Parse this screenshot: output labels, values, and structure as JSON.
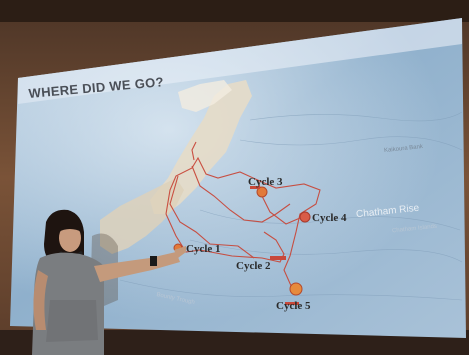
{
  "slide": {
    "title": "WHERE DID WE GO?",
    "accent_route_color": "#c8483a",
    "marker_color": "#e27a3a"
  },
  "labels": {
    "cycle1": "Cycle 1",
    "cycle2": "Cycle 2",
    "cycle3": "Cycle 3",
    "cycle4": "Cycle 4",
    "cycle5": "Cycle 5",
    "chatham_rise": "Chatham Rise",
    "chatham_islands": "Chatham Islands",
    "bounty_trough": "Bounty Trough",
    "kermadec": "Kaikoura Bank"
  },
  "icons": [
    "map-marker-icon"
  ]
}
